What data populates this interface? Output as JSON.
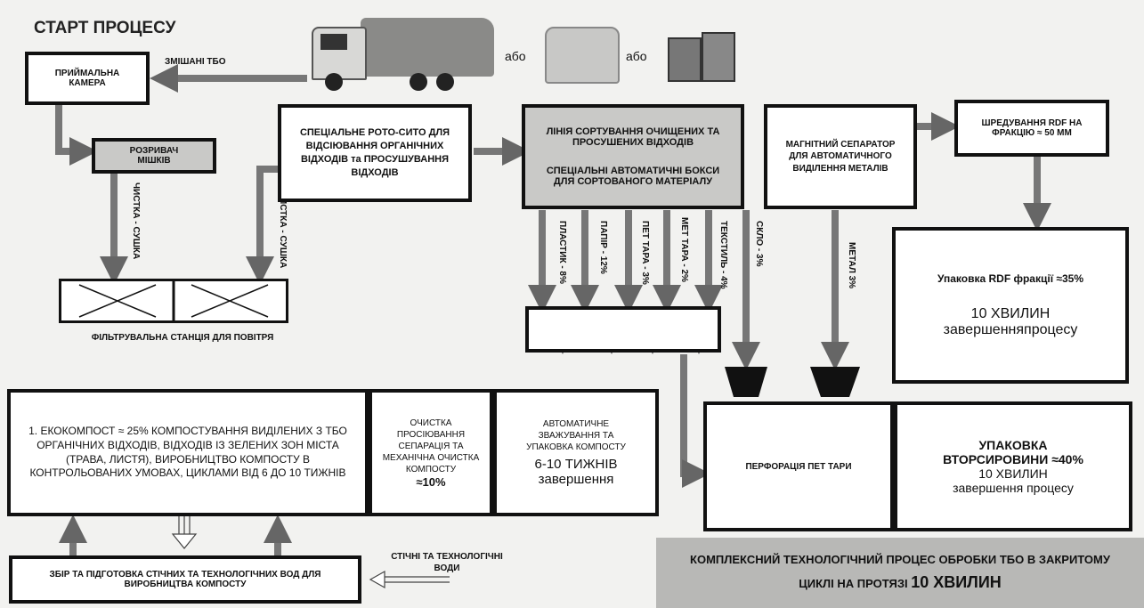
{
  "title": "СТАРТ ПРОЦЕСУ",
  "top": {
    "mixed_waste": "ЗМІШАНІ ТБО",
    "or1": "або",
    "or2": "або"
  },
  "reception": "ПРИЙМАЛЬНА КАМЕРА",
  "bag_breaker": "РОЗРИВАЧ МІШКІВ",
  "clean_dry_1": "ЧИСТКА - СУШКА",
  "clean_dry_2": "ЧИСТКА - СУШКА",
  "filter_station": "ФІЛЬТРУВАЛЬНА СТАНЦІЯ ДЛЯ ПОВІТРЯ",
  "sieve": "СПЕЦІАЛЬНЕ РОТО-СИТО ДЛЯ ВІДСІЮВАННЯ ОРГАНІЧНИХ ВІДХОДІВ та ПРОСУШУВАННЯ ВІДХОДІВ",
  "sorting": {
    "line1": "ЛІНІЯ СОРТУВАННЯ ОЧИЩЕНИХ ТА ПРОСУШЕНИХ ВІДХОДІВ",
    "line2": "СПЕЦІАЛЬНІ АВТОМАТИЧНІ БОКСИ ДЛЯ СОРТОВАНОГО МАТЕРІАЛУ"
  },
  "magnetic": "МАГНІТНИЙ СЕПАРАТОР ДЛЯ АВТОМАТИЧНОГО ВИДІЛЕННЯ МЕТАЛІВ",
  "shredding": "ШРЕДУВАННЯ RDF НА ФРАКЦІЮ ≈ 50 ММ",
  "fractions": [
    "ПЛАСТИК - 8%",
    "ПАПІР - 12%",
    "ПЕТ ТАРА - 3%",
    "МЕТ ТАРА - 2%",
    "ТЕКСТИЛЬ - 4%",
    "СКЛО - 3%",
    "МЕТАЛ 3%"
  ],
  "rdf_pack": {
    "line1": "Упаковка RDF фракції ≈35%",
    "line2": "10 ХВИЛИН",
    "line3": "завершенняпроцесу"
  },
  "compost": "1. ЕКОКОМПОСТ ≈ 25% КОМПОСТУВАННЯ ВИДІЛЕНИХ З ТБО ОРГАНІЧНИХ ВІДХОДІВ, ВІДХОДІВ ІЗ ЗЕЛЕНИХ ЗОН МІСТА (ТРАВА, ЛИСТЯ), ВИРОБНИЦТВО КОМПОСТУ В КОНТРОЛЬОВАНИХ УМОВАХ, ЦИКЛАМИ ВІД 6 ДО 10 ТИЖНІВ",
  "screening": {
    "text": "ОЧИСТКА ПРОСІЮВАННЯ СЕПАРАЦІЯ ТА МЕХАНІЧНА ОЧИСТКА КОМПОСТУ",
    "pct": "≈10%"
  },
  "weighing": {
    "text": "АВТОМАТИЧНЕ ЗВАЖУВАННЯ ТА УПАКОВКА КОМПОСТУ",
    "weeks": "6-10 ТИЖНІВ",
    "done": "завершення"
  },
  "perforation": "ПЕРФОРАЦІЯ ПЕТ ТАРИ",
  "recyclables": {
    "line1": "УПАКОВКА ВТОРСИРОВИНИ ≈40%",
    "line2": "10 ХВИЛИН",
    "line3": "завершення процесу"
  },
  "water": "ЗБІР ТА ПІДГОТОВКА СТІЧНИХ ТА ТЕХНОЛОГІЧНИХ ВОД ДЛЯ ВИРОБНИЦТВА КОМПОСТУ",
  "waste_water": "СТІЧНІ ТА ТЕХНОЛОГІЧНІ ВОДИ",
  "summary": {
    "text": "КОМПЛЕКСНИЙ ТЕХНОЛОГІЧНИЙ ПРОЦЕС ОБРОБКИ ТБО В ЗАКРИТОМУ ЦИКЛІ НА ПРОТЯЗІ",
    "time": "10 ХВИЛИН"
  }
}
